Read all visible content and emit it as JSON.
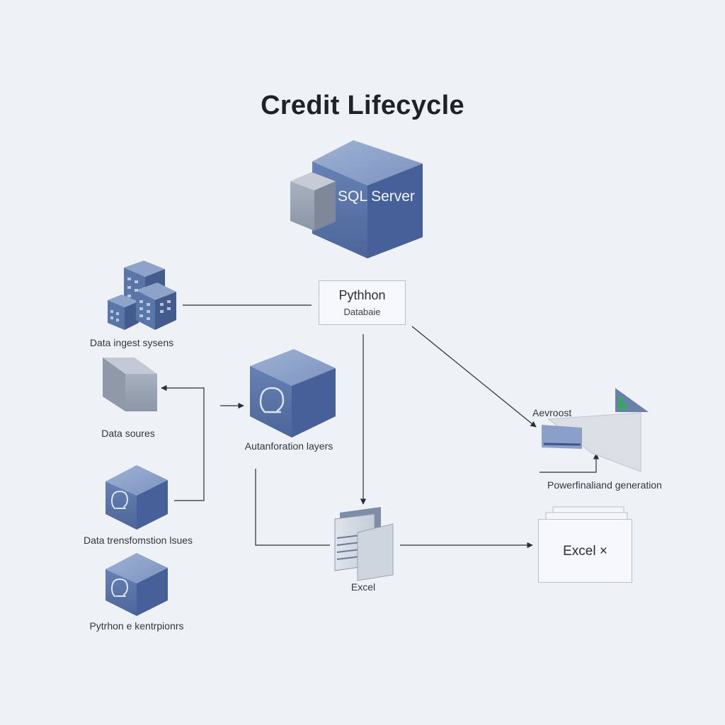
{
  "title": "Credit Lifecycle",
  "nodes": {
    "sql_server": "SQL Server",
    "python_db_line1": "Pythhon",
    "python_db_line2": "Databaie",
    "data_ingest": "Data ingest sysens",
    "data_sources": "Data soures",
    "automation_layers": "Autanforation layers",
    "data_transformation": "Data trensfomstion lsues",
    "python_endpoints": "Pytrhon e kentrpionrs",
    "excel_stack": "Excel",
    "advanced": "Aevroost",
    "report_generation": "Powerfinaliand generation",
    "excel_box": "Excel ×"
  },
  "colors": {
    "cube_front": "#5a76a8",
    "cube_top": "#8aa0c8",
    "cube_side": "#42598a",
    "accent_green": "#2fae57",
    "background": "#eef2f6"
  }
}
